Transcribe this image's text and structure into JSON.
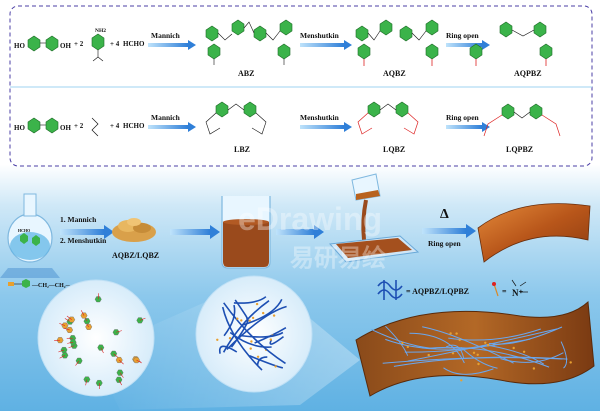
{
  "scheme_row1": {
    "reactant_phenol": "HO",
    "reactant_phenol_oh": "OH",
    "plus1": "+ 2",
    "amine_nh2": "NH2",
    "plus2": "+ 4",
    "formaldehyde": "HCHO",
    "step1": "Mannich",
    "product1": "ABZ",
    "step2": "Menshutkin",
    "product2": "AQBZ",
    "step3": "Ring open",
    "product3": "AQPBZ"
  },
  "scheme_row2": {
    "reactant_phenol": "HO",
    "reactant_phenol_oh": "OH",
    "plus1": "+ 2",
    "plus2": "+ 4",
    "formaldehyde": "HCHO",
    "step1": "Mannich",
    "product1": "LBZ",
    "step2": "Menshutkin",
    "product2": "LQBZ",
    "step3": "Ring open",
    "product3": "LQPBZ"
  },
  "process": {
    "step_mannich": "1. Mannich",
    "step_menshutkin": "2. Menshutkin",
    "powder_label": "AQBZ/LQBZ",
    "delta_symbol": "Δ",
    "ring_open": "Ring open",
    "flask_formula": "HCHO",
    "legend_linker": "—CH₂—CH₂—"
  },
  "legend": {
    "network_label": "= AQPBZ/LQPBZ",
    "ammonium_label": "="
  },
  "watermark": {
    "latin": "eDrawing",
    "chinese": "易研易绘"
  },
  "colors": {
    "benzene": "#3bb34a",
    "arrow": "#2f7fd8",
    "film": "#c0621e",
    "liquid": "#9a4a1c",
    "network": "#1d4fb3",
    "dash_border": "#4b3fa6"
  }
}
